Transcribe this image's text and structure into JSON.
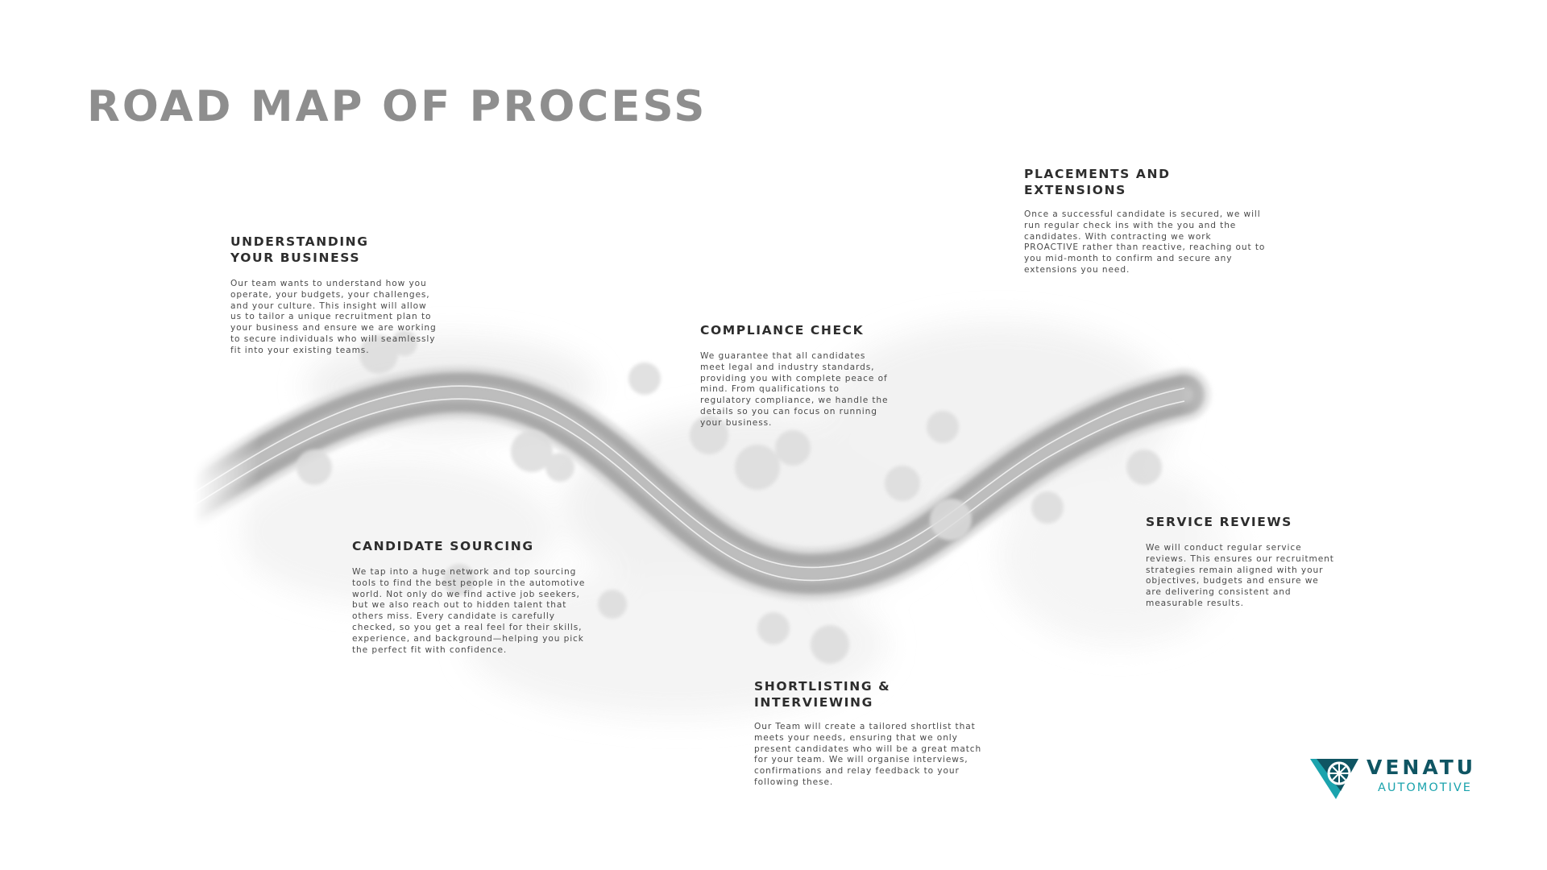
{
  "title": "ROAD MAP OF PROCESS",
  "steps": [
    {
      "heading_lines": [
        "UNDERSTANDING",
        "YOUR BUSINESS"
      ],
      "body_lines": [
        "Our team wants to understand how you",
        "operate, your budgets, your challenges,",
        "and your culture. This insight will allow",
        "us to tailor a unique recruitment plan to",
        "your business and ensure we are working",
        "to secure individuals who will seamlessly",
        "fit into your existing teams."
      ]
    },
    {
      "heading_lines": [
        "CANDIDATE SOURCING"
      ],
      "body_lines": [
        "We tap into a huge network and top sourcing",
        "tools to find the best people in the automotive",
        "world. Not only do we find active job seekers,",
        "but we also reach out to hidden talent that",
        "others miss. Every candidate is carefully",
        "checked, so you get a real feel for their skills,",
        "experience, and background—helping you pick",
        "the perfect fit with confidence."
      ]
    },
    {
      "heading_lines": [
        "COMPLIANCE CHECK"
      ],
      "body_lines": [
        "We guarantee that all candidates",
        "meet legal and industry standards,",
        "providing you with complete peace of",
        "mind. From qualifications to",
        "regulatory compliance, we handle the",
        "details so you can focus on running",
        "your business."
      ]
    },
    {
      "heading_lines": [
        "SHORTLISTING &",
        "INTERVIEWING"
      ],
      "body_lines": [
        "Our Team will create a tailored shortlist that",
        "meets your needs, ensuring that we only",
        "present candidates who will be a great match",
        "for your team. We will organise interviews,",
        "confirmations and relay feedback to your",
        "following these."
      ]
    },
    {
      "heading_lines": [
        "PLACEMENTS AND",
        "EXTENSIONS"
      ],
      "body_lines": [
        "Once a successful candidate is secured, we will",
        "run regular check ins with the you and the",
        "candidates. With contracting we work",
        "PROACTIVE rather than reactive, reaching out to",
        "you mid-month to confirm and secure any",
        "extensions you need."
      ]
    },
    {
      "heading_lines": [
        "SERVICE REVIEWS"
      ],
      "body_lines": [
        "We will conduct regular service",
        "reviews. This ensures our recruitment",
        "strategies remain aligned with your",
        "objectives, budgets and ensure we",
        "are delivering consistent and",
        "measurable results."
      ]
    }
  ],
  "logo": {
    "wordmark": "VENATU",
    "subtitle": "AUTOMOTIVE",
    "icon": "venatu-wheel-logo-icon",
    "colors": {
      "dark": "#0f5563",
      "light": "#1ba3ad"
    }
  },
  "colors": {
    "title": "#8e8e8e",
    "heading": "#2d2d2d",
    "body": "#4a4a4a",
    "road": "#a9a9a9"
  }
}
